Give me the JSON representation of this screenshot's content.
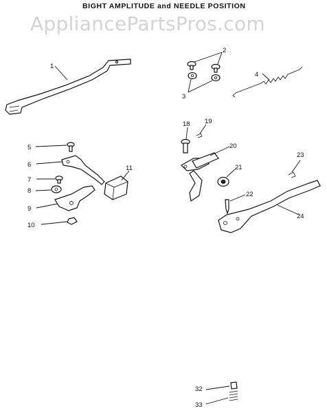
{
  "header": {
    "title": "BIGHT AMPLITUDE and NEEDLE POSITION",
    "watermark": "AppliancePartsPros.com"
  },
  "callouts": [
    {
      "id": "1",
      "label": "1"
    },
    {
      "id": "2",
      "label": "2"
    },
    {
      "id": "3",
      "label": "3"
    },
    {
      "id": "4",
      "label": "4"
    },
    {
      "id": "5",
      "label": "5"
    },
    {
      "id": "6",
      "label": "6"
    },
    {
      "id": "7",
      "label": "7"
    },
    {
      "id": "8",
      "label": "8"
    },
    {
      "id": "9",
      "label": "9"
    },
    {
      "id": "10",
      "label": "10"
    },
    {
      "id": "11",
      "label": "11"
    },
    {
      "id": "18",
      "label": "18"
    },
    {
      "id": "19",
      "label": "19"
    },
    {
      "id": "20",
      "label": "20"
    },
    {
      "id": "21",
      "label": "21"
    },
    {
      "id": "22",
      "label": "22"
    },
    {
      "id": "23",
      "label": "23"
    },
    {
      "id": "24",
      "label": "24"
    },
    {
      "id": "32",
      "label": "32"
    },
    {
      "id": "33",
      "label": "33"
    }
  ]
}
